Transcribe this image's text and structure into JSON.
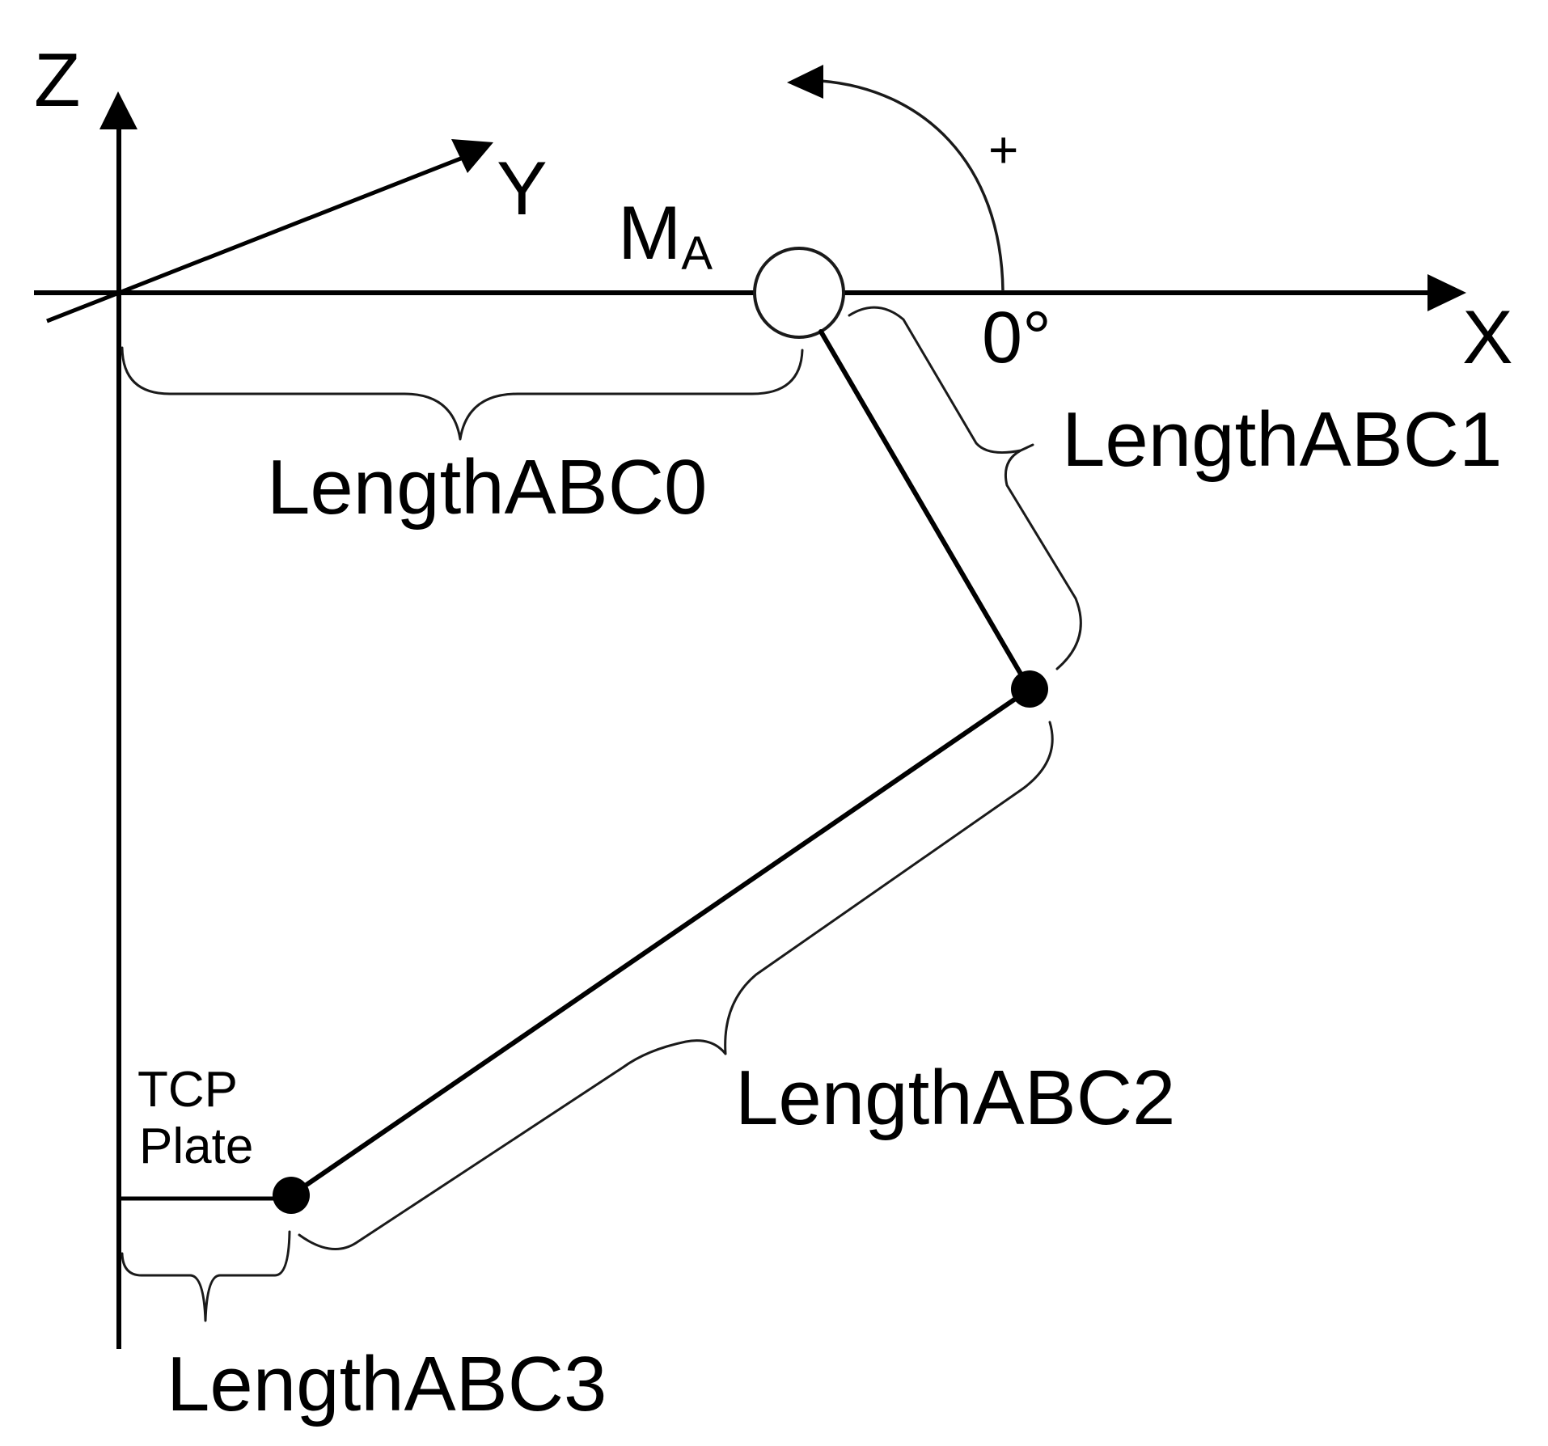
{
  "title": "Robot arm kinematic lengths diagram",
  "axes": {
    "z_label": "Z",
    "y_label": "Y",
    "x_label": "X"
  },
  "joint_label": {
    "main": "M",
    "subscript": "A"
  },
  "rotation": {
    "direction_label": "+",
    "zero_label": "0°"
  },
  "tcp_label": {
    "line1": "TCP",
    "line2": "Plate"
  },
  "lengths": [
    {
      "label": "LengthABC0"
    },
    {
      "label": "LengthABC1"
    },
    {
      "label": "LengthABC2"
    },
    {
      "label": "LengthABC3"
    }
  ],
  "colors": {
    "stroke": "#000000",
    "background": "#ffffff"
  }
}
